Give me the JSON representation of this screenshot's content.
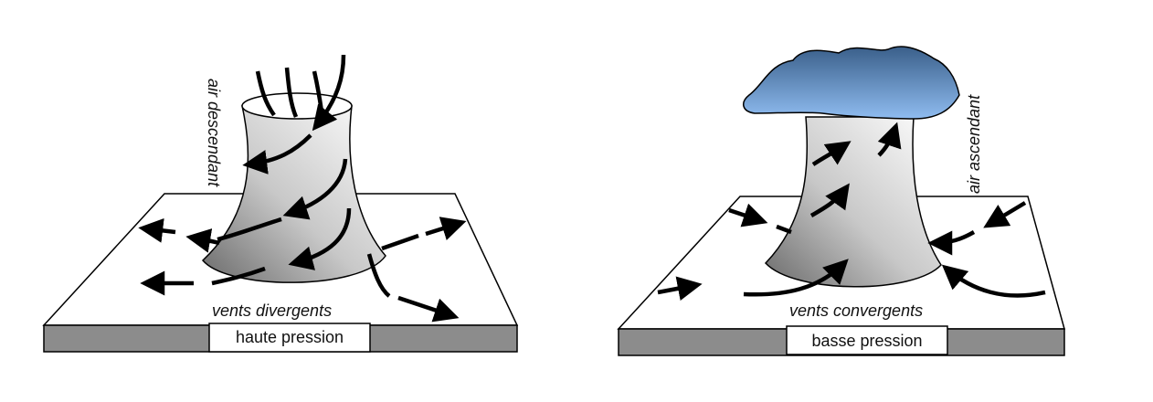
{
  "left": {
    "column_label": "air descendant",
    "winds_label": "vents divergents",
    "pressure_label": "haute pression"
  },
  "right": {
    "column_label": "air ascendant",
    "winds_label": "vents convergents",
    "pressure_label": "basse pression"
  },
  "colors": {
    "slab_side": "#8c8c8c",
    "cloud": "#5b8fd0",
    "arrow": "#000000"
  }
}
